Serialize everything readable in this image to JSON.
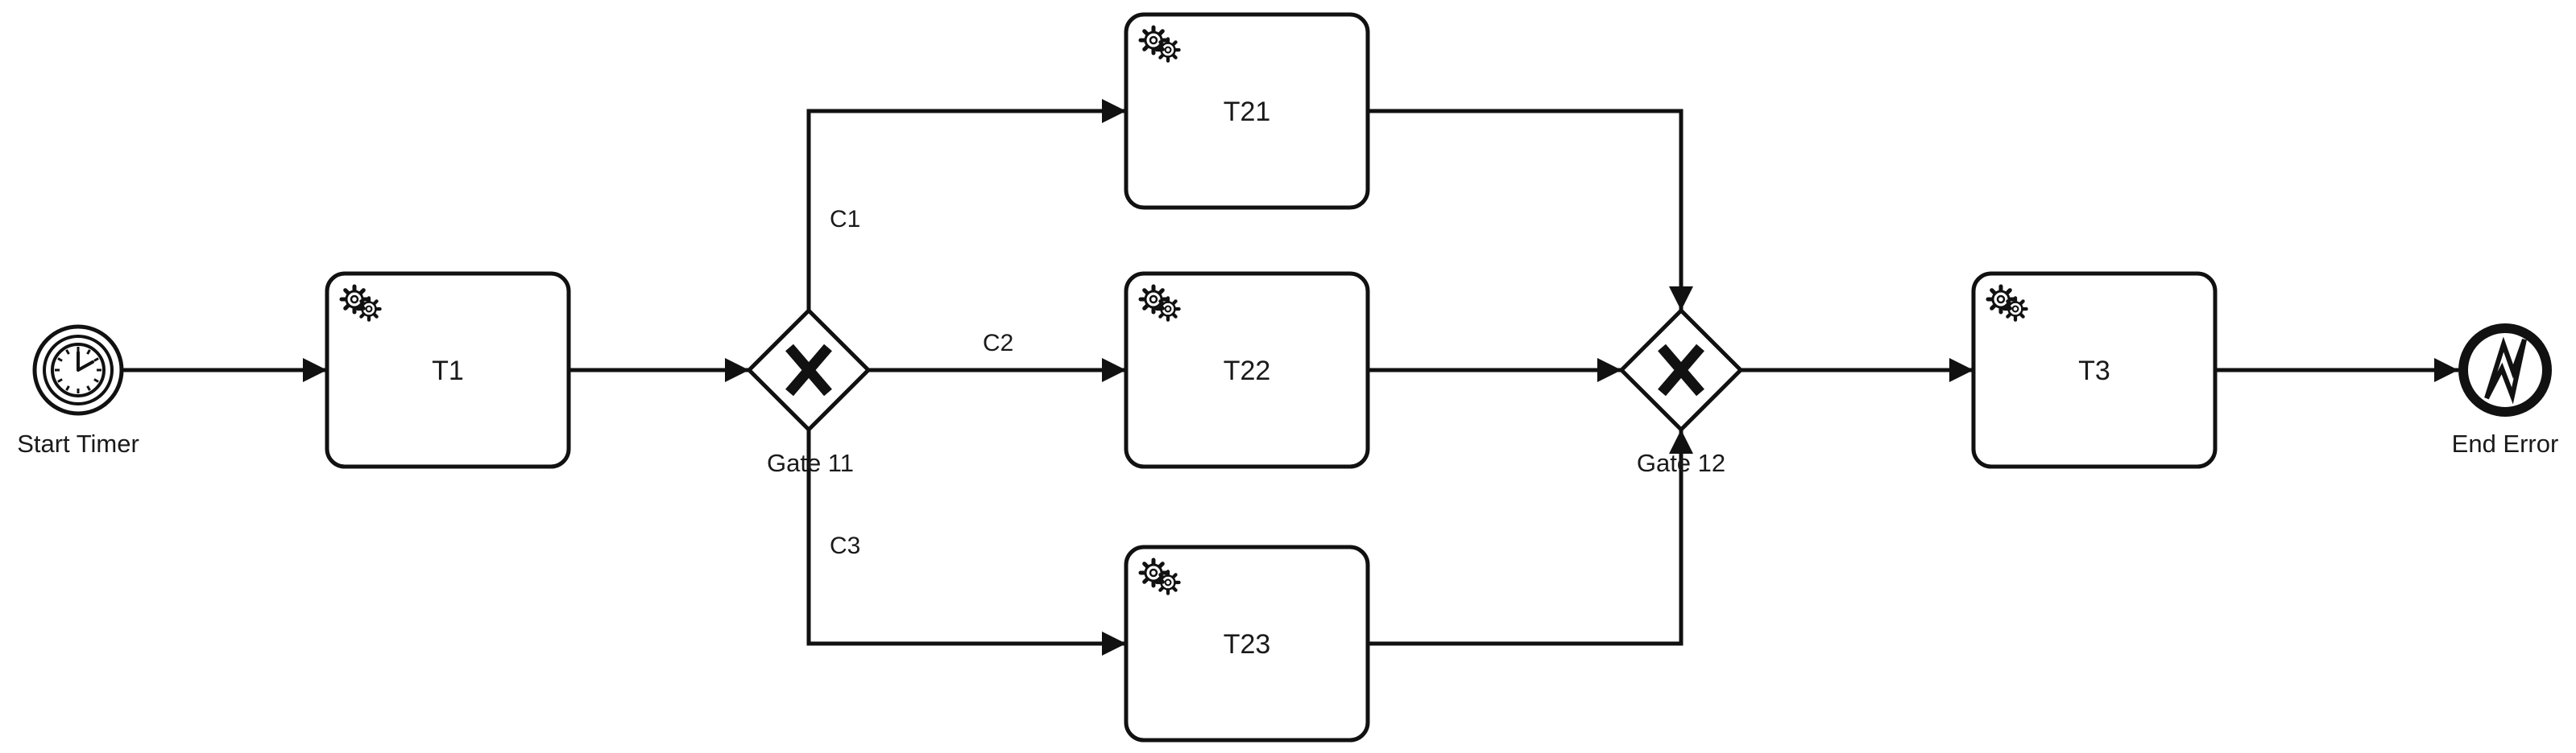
{
  "diagram": {
    "tasks": [
      {
        "id": "t1",
        "label": "T1",
        "icon": "gear-icon"
      },
      {
        "id": "t21",
        "label": "T21",
        "icon": "gear-icon"
      },
      {
        "id": "t22",
        "label": "T22",
        "icon": "gear-icon"
      },
      {
        "id": "t23",
        "label": "T23",
        "icon": "gear-icon"
      },
      {
        "id": "t3",
        "label": "T3",
        "icon": "gear-icon"
      }
    ],
    "gateways": [
      {
        "id": "g11",
        "label": "Gate 11",
        "type": "exclusive",
        "icon": "x-marker-icon"
      },
      {
        "id": "g12",
        "label": "Gate 12",
        "type": "exclusive",
        "icon": "x-marker-icon"
      }
    ],
    "start_event": {
      "label": "Start Timer",
      "icon": "clock-icon"
    },
    "end_event": {
      "label": "End Error",
      "icon": "lightning-icon"
    },
    "flows": [
      {
        "id": "f1",
        "label": "C1"
      },
      {
        "id": "f2",
        "label": "C2"
      },
      {
        "id": "f3",
        "label": "C3"
      }
    ]
  }
}
